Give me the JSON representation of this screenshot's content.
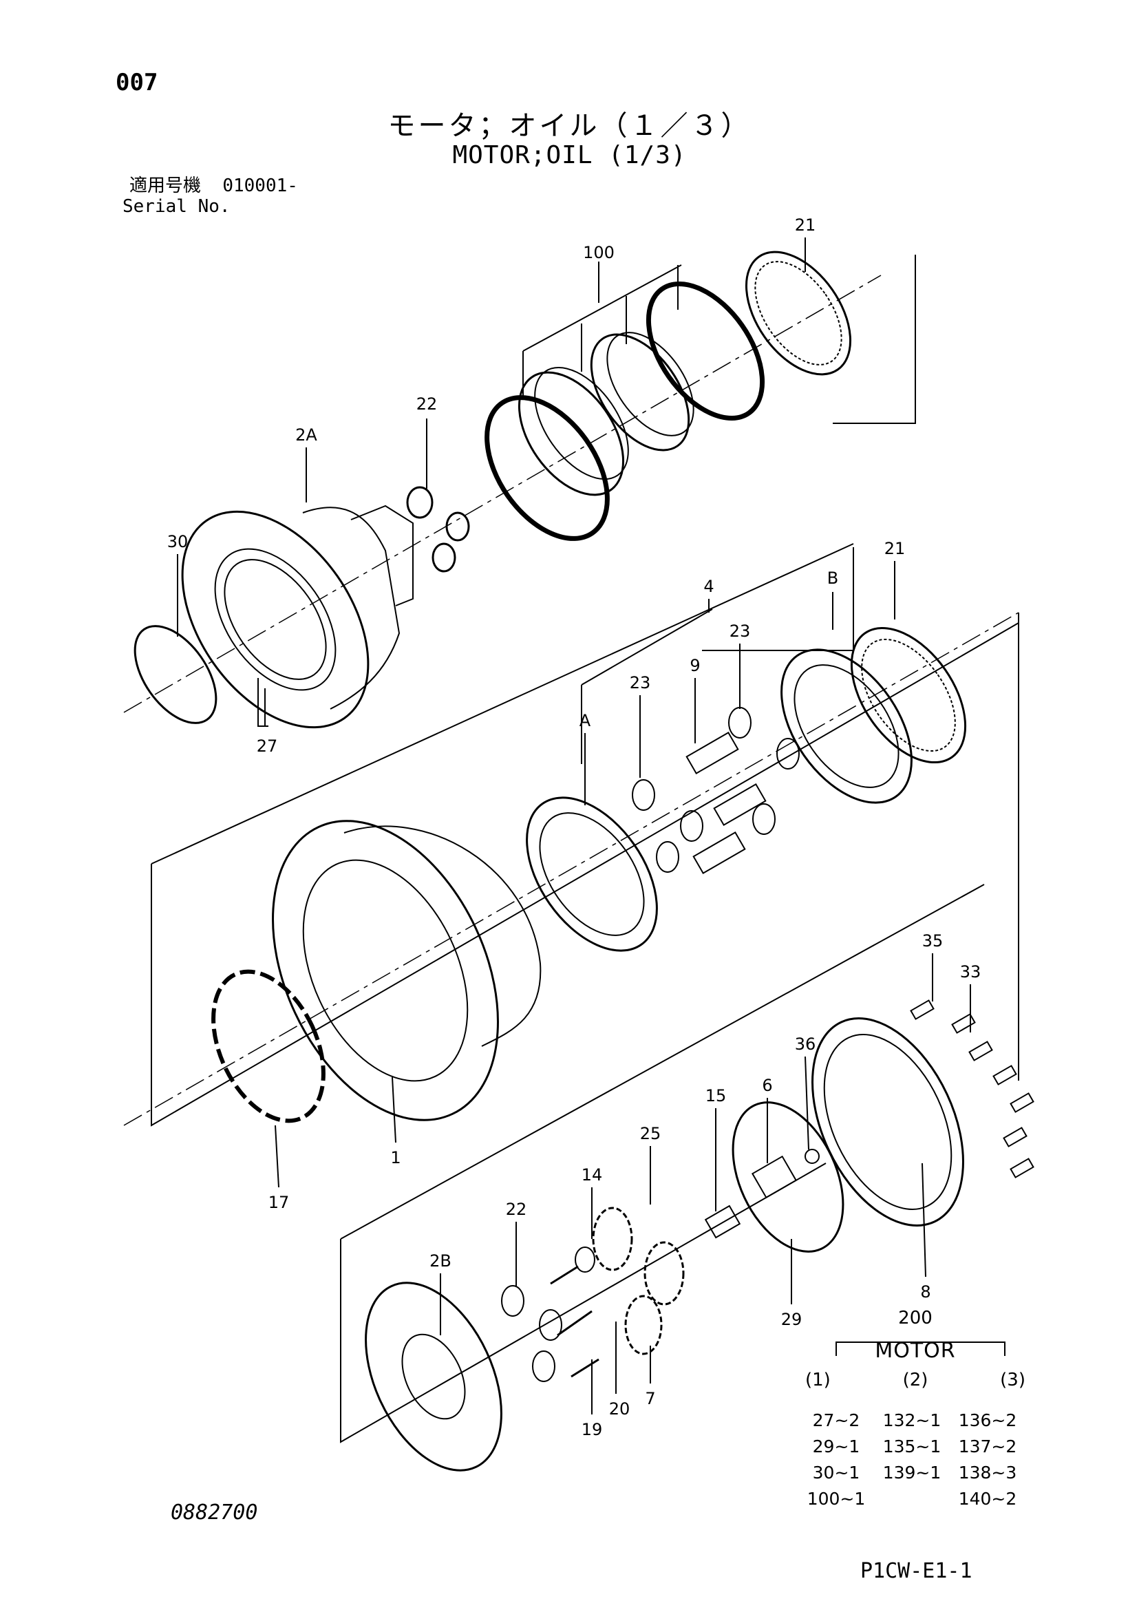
{
  "page_code": "007",
  "title_ja": "モータ；オイル（１／３）",
  "title_en": "MOTOR;OIL (1/3)",
  "serial": {
    "label_ja": "適用号機",
    "value": "010001-",
    "label_en": "Serial No."
  },
  "callouts": {
    "c100": "100",
    "c21a": "21",
    "c22a": "22",
    "c2A": "2A",
    "c30": "30",
    "c27": "27",
    "c4": "4",
    "cB": "B",
    "c21b": "21",
    "c9": "9",
    "c23a": "23",
    "c23b": "23",
    "cA": "A",
    "c35": "35",
    "c33": "33",
    "c1": "1",
    "c17": "17",
    "c36": "36",
    "c6": "6",
    "c15": "15",
    "c25": "25",
    "c14": "14",
    "c22b": "22",
    "c2B": "2B",
    "c8": "8",
    "c29": "29",
    "c19": "19",
    "c20": "20",
    "c7": "7"
  },
  "assembly_table": {
    "ref": "200",
    "title": "MOTOR",
    "columns": [
      "(1)",
      "(2)",
      "(3)"
    ],
    "rows": [
      [
        "27~2",
        "132~1",
        "136~2"
      ],
      [
        "29~1",
        "135~1",
        "137~2"
      ],
      [
        "30~1",
        "139~1",
        "138~3"
      ],
      [
        "100~1",
        "",
        "140~2"
      ]
    ]
  },
  "doc_number": "0882700",
  "page_ref": "P1CW-E1-1"
}
